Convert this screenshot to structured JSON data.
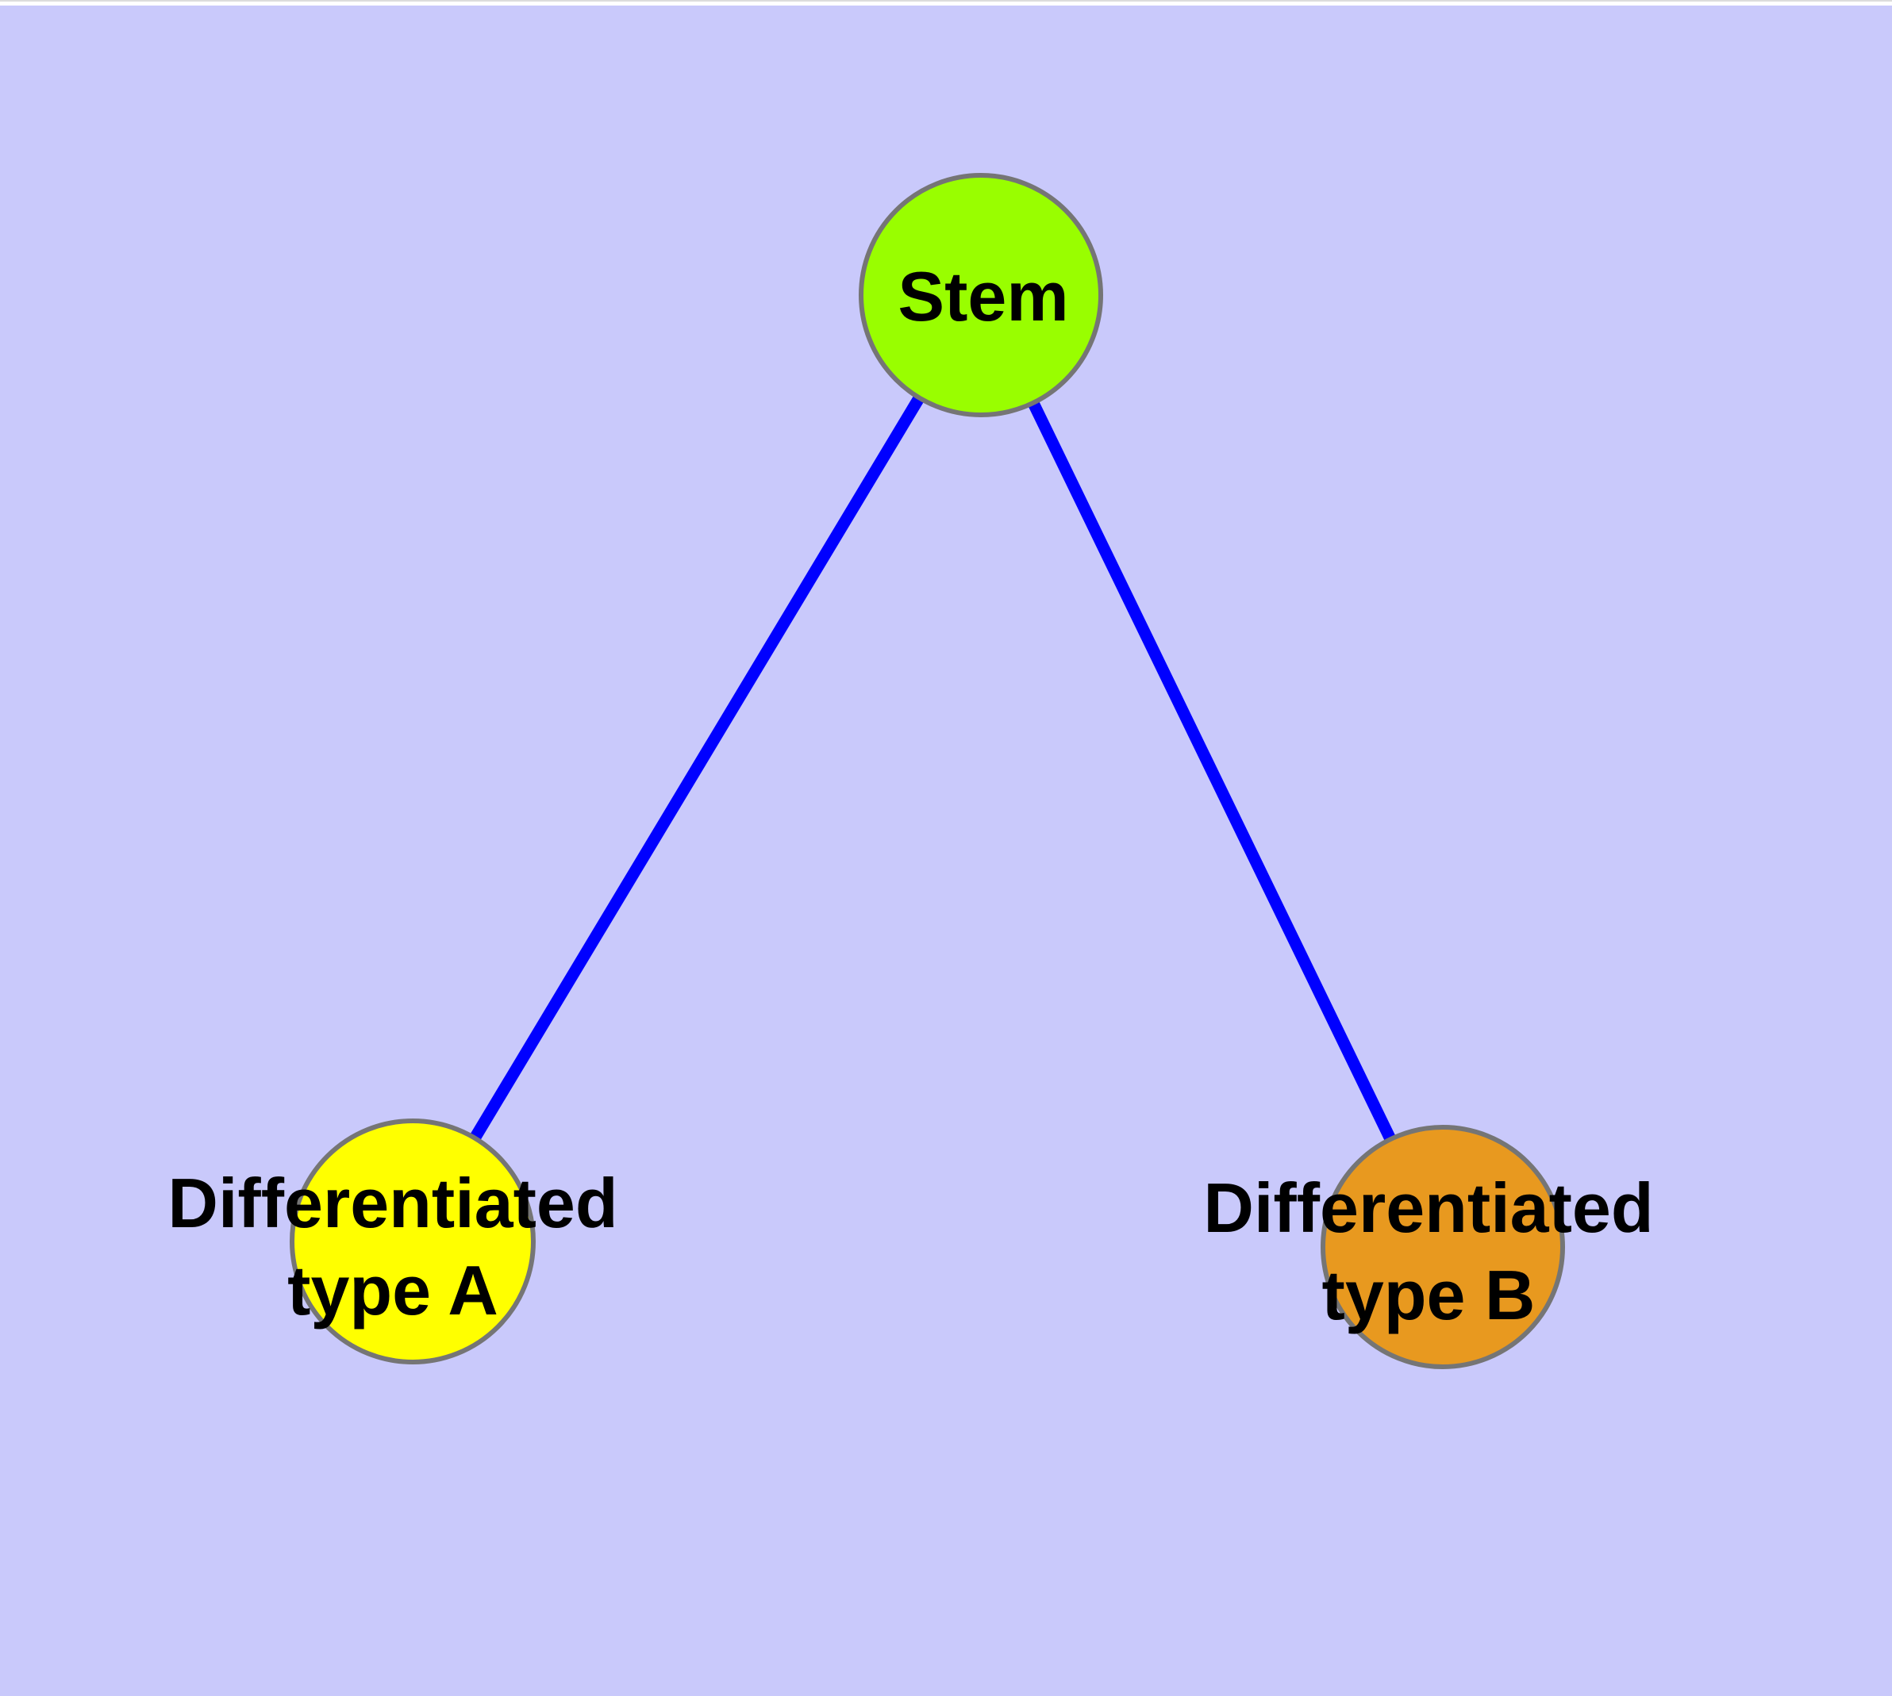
{
  "canvas": {
    "background_color": "#c9c9fb",
    "top_strip_color": "#ffffff",
    "top_strip_border_color": "#dcdcdc",
    "text_color": "#000000",
    "edge_color": "#0000ff",
    "node_border_color": "#757575"
  },
  "diagram": {
    "type": "node-link-graph",
    "nodes": [
      {
        "id": "stem",
        "label": "Stem",
        "line1": "Stem",
        "line2": "",
        "fill": "#99fe00"
      },
      {
        "id": "differentiated-type-a",
        "label": "Differentiated type A",
        "line1": "Differentiated",
        "line2": "type A",
        "fill": "#ffff00"
      },
      {
        "id": "differentiated-type-b",
        "label": "Differentiated type B",
        "line1": "Differentiated",
        "line2": "type B",
        "fill": "#e8991f"
      }
    ],
    "edges": [
      {
        "from": "Stem",
        "to": "Differentiated type A"
      },
      {
        "from": "Stem",
        "to": "Differentiated type B"
      }
    ]
  }
}
